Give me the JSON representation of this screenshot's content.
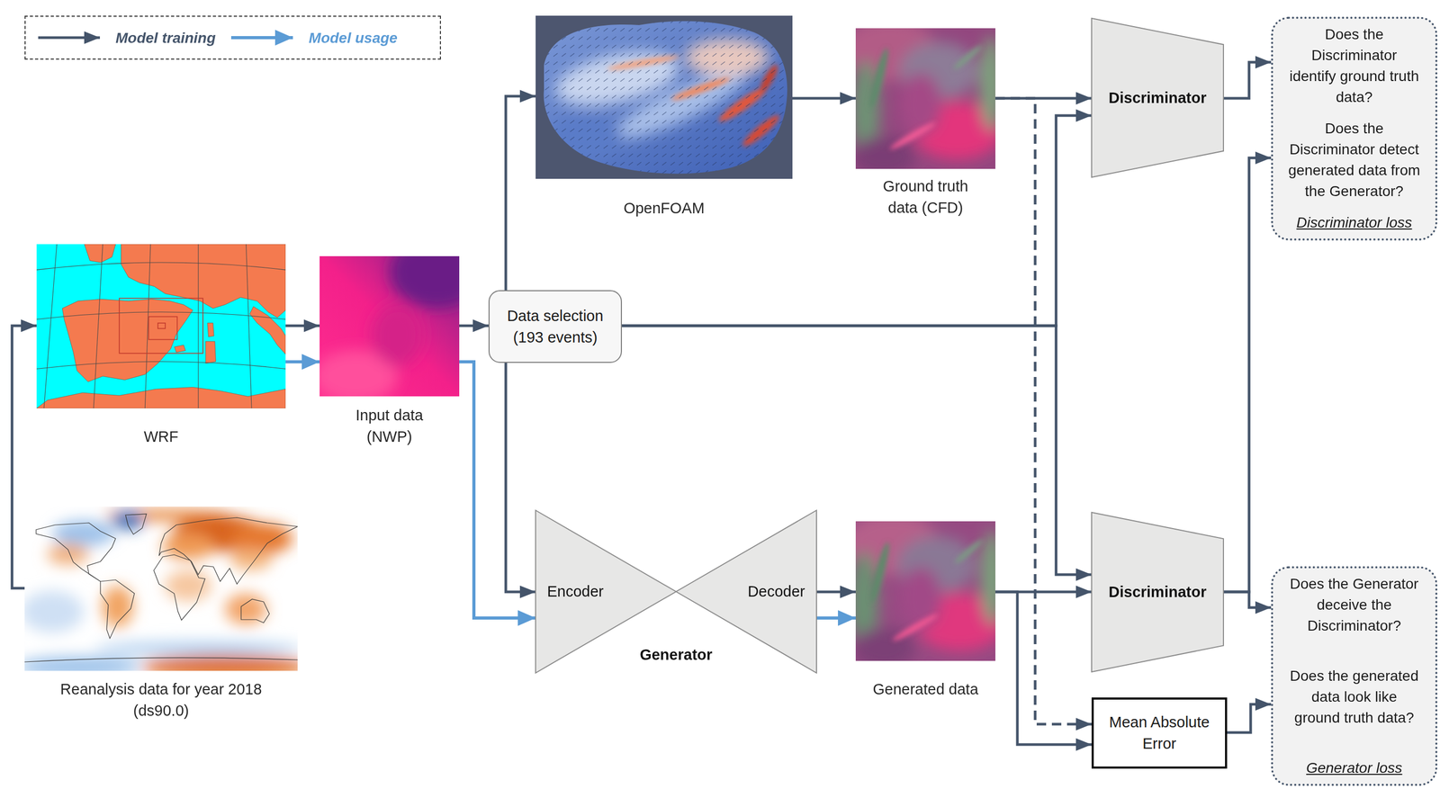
{
  "diagram": {
    "nodes": [
      {
        "text": [
          "WRF"
        ]
      },
      {
        "text": [
          "Reanalysis data for year 2018 (ds90.0)"
        ]
      },
      {
        "text": [
          "Input data (NWP)"
        ]
      },
      {
        "text": [
          "Data selection (193 events)"
        ]
      },
      {
        "text": [
          "OpenFOAM"
        ]
      },
      {
        "text": [
          "Ground truth data (CFD)"
        ]
      },
      {
        "text": [
          "Discriminator"
        ]
      },
      {
        "text": [
          "Encoder",
          "Decoder",
          "Generator"
        ]
      },
      {
        "text": [
          "Generated data"
        ]
      },
      {
        "text": [
          "Discriminator"
        ]
      },
      {
        "text": [
          "Mean Absolute Error"
        ]
      },
      {
        "text": [
          "Does the Discriminator identify ground truth data?",
          "Does the Discriminator detect generated data from the Generator?",
          "Discriminator loss"
        ]
      },
      {
        "text": [
          "Does the Generator deceive the Discriminator?",
          "Does the generated data look like ground truth data?",
          "Generator loss"
        ]
      }
    ],
    "edges": [
      {
        "from": 1,
        "to": 0,
        "arrow": "to"
      },
      {
        "from": 0,
        "to": 2,
        "arrow": "to"
      },
      {
        "from": 0,
        "to": 2,
        "arrow": "to"
      },
      {
        "from": 2,
        "to": 3,
        "arrow": "to"
      },
      {
        "from": 3,
        "to": 4,
        "arrow": "to"
      },
      {
        "from": 3,
        "to": 7,
        "arrow": "to"
      },
      {
        "from": 2,
        "to": 7,
        "arrow": "to"
      },
      {
        "from": 4,
        "to": 5,
        "arrow": "to"
      },
      {
        "from": 5,
        "to": 6,
        "arrow": "to"
      },
      {
        "from": 5,
        "to": 10,
        "arrow": "to"
      },
      {
        "from": 3,
        "to": 6,
        "arrow": "to"
      },
      {
        "from": 3,
        "to": 9,
        "arrow": "to"
      },
      {
        "from": 7,
        "to": 8,
        "arrow": "to"
      },
      {
        "from": 7,
        "to": 8,
        "arrow": "to"
      },
      {
        "from": 8,
        "to": 9,
        "arrow": "to"
      },
      {
        "from": 8,
        "to": 10,
        "arrow": "to"
      },
      {
        "from": 6,
        "to": 11,
        "arrow": "to"
      },
      {
        "from": 9,
        "to": 11,
        "arrow": "to"
      },
      {
        "from": 9,
        "to": 12,
        "arrow": "to"
      },
      {
        "from": 10,
        "to": 12,
        "arrow": "to"
      }
    ],
    "legend": [
      {
        "text": "Model training"
      },
      {
        "text": "Model usage"
      }
    ]
  }
}
